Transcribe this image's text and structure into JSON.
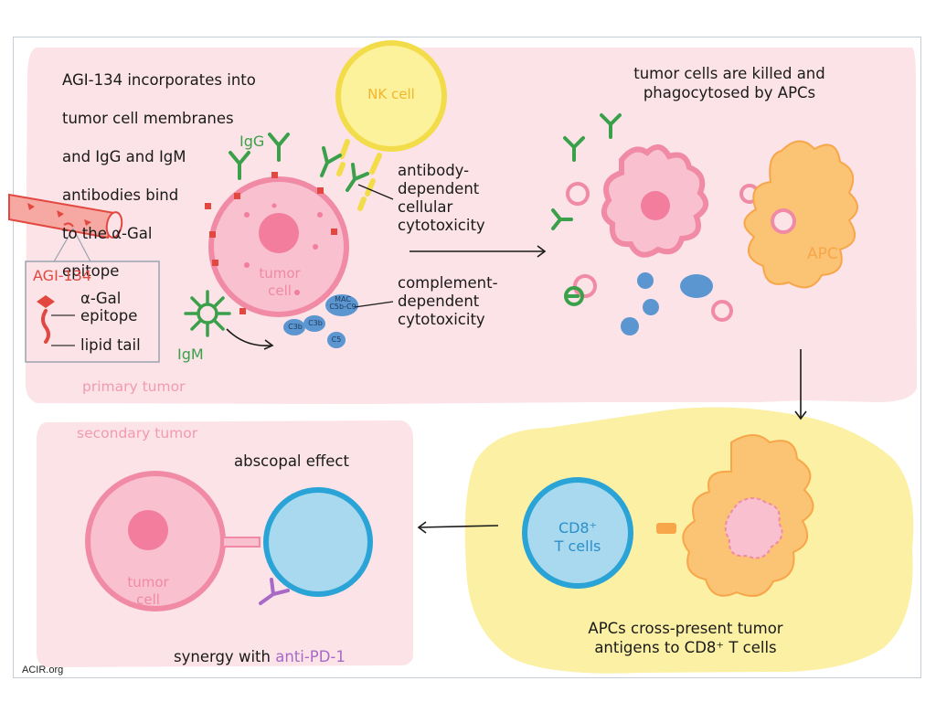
{
  "step1": {
    "lines": [
      "AGI-134 incorporates into",
      "tumor cell membranes",
      "and IgG and IgM",
      "antibodies bind",
      "to the α-Gal",
      "epitope"
    ]
  },
  "labels": {
    "igg": "IgG",
    "igm": "IgM",
    "nk_cell": "NK cell",
    "tumor_cell": "tumor\ncell",
    "primary_tumor": "primary tumor",
    "secondary_tumor": "secondary tumor",
    "apc": "APC",
    "cd8": "CD8⁺\nT cells",
    "adcc": "antibody-\ndependent\ncellular\ncytotoxicity",
    "cdc": "complement-\ndependent\ncytotoxicity",
    "killed": "tumor cells are killed and\nphagocytosed by APCs",
    "cross_present": "APCs cross-present tumor\nantigens to CD8⁺ T cells",
    "abscopal": "abscopal effect",
    "synergy_prefix": "synergy with ",
    "synergy_drug": "anti-PD-1",
    "credit": "ACIR.org"
  },
  "legend": {
    "title": "AGI-134",
    "epitope": "α-Gal\nepitope",
    "lipid": "lipid tail"
  },
  "complement": [
    "C3b",
    "C3b",
    "MAC\nC5b-C9",
    "C5"
  ],
  "colors": {
    "pink_bg": "#fbe3e8",
    "yellow_bg": "#fbf0a3",
    "tumor_fill": "#f9c1cf",
    "tumor_stroke": "#f08aa5",
    "nk_fill": "#fdf29c",
    "nk_stroke": "#f3dc4a",
    "apc_fill": "#fbc374",
    "tcell_fill": "#a8d9ee",
    "tcell_stroke": "#2aa3d6",
    "antibody": "#3aa04a",
    "complement": "#5b96d1",
    "red": "#e2483f",
    "purple": "#a86ac6"
  }
}
